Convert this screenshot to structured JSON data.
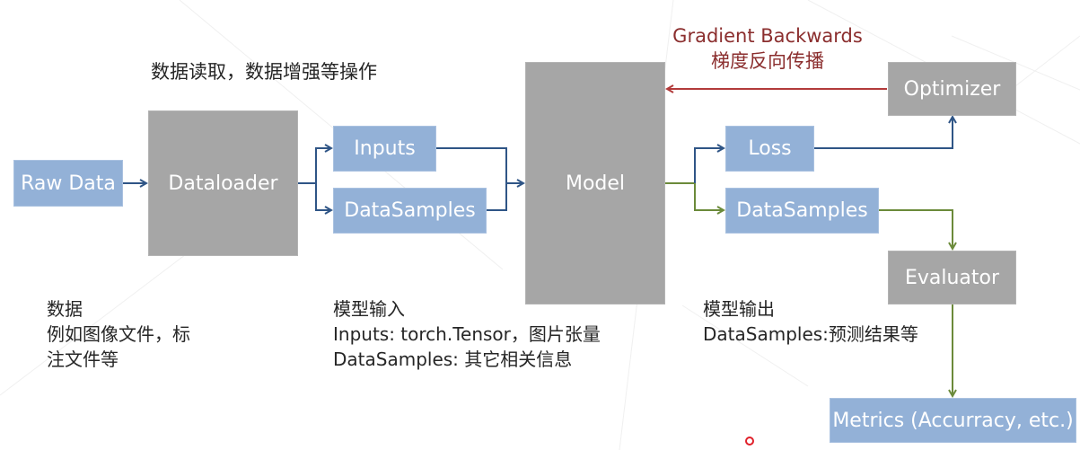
{
  "diagram": {
    "top_caption": "数据读取，数据增强等操作",
    "gradient_label": {
      "line1": "Gradient Backwards",
      "line2": "梯度反向传播"
    },
    "nodes": {
      "raw_data": "Raw Data",
      "dataloader": "Dataloader",
      "inputs": "Inputs",
      "datasamples_in": "DataSamples",
      "model": "Model",
      "loss": "Loss",
      "datasamples_out": "DataSamples",
      "optimizer": "Optimizer",
      "evaluator": "Evaluator",
      "metrics": "Metrics (Accurracy, etc.)"
    },
    "notes": {
      "data": [
        "数据",
        "例如图像文件，标",
        "注文件等"
      ],
      "model_input": [
        "模型输入",
        "Inputs: torch.Tensor，图片张量",
        "DataSamples: 其它相关信息"
      ],
      "model_output": [
        "模型输出",
        "DataSamples:预测结果等"
      ]
    },
    "colors": {
      "blue_box": "#93b1d7",
      "gray_box": "#a6a6a6",
      "blue_arrow": "#2f5586",
      "green_arrow": "#6b8a3a",
      "red_arrow": "#b23a3a",
      "gradient_text": "#8b2e2e"
    }
  }
}
